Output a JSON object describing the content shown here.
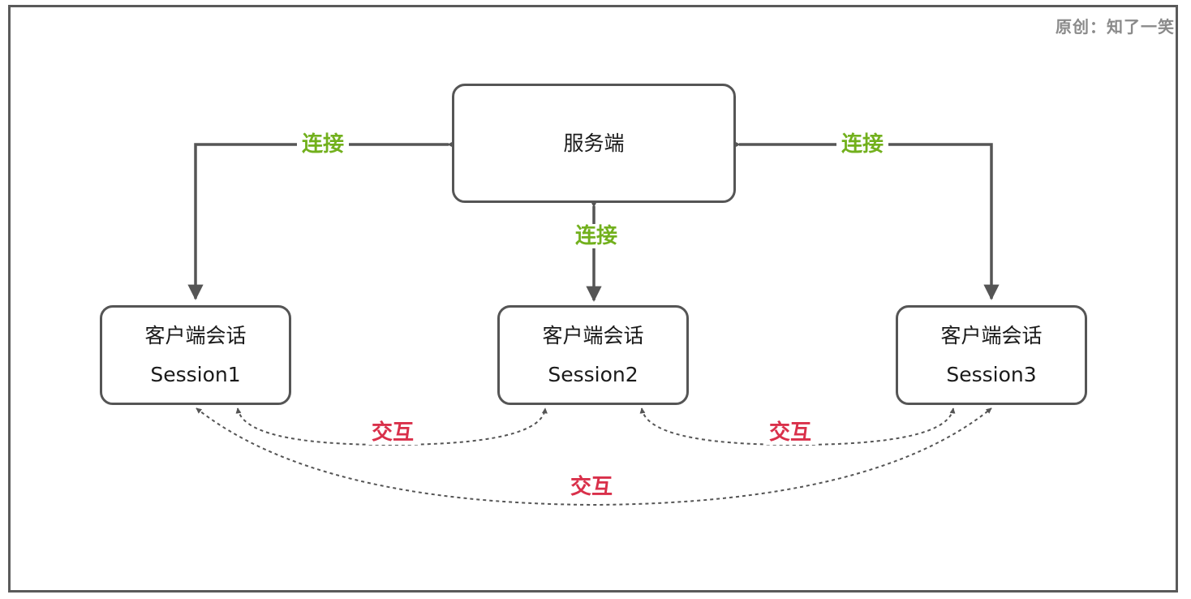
{
  "watermark": "原创：知了一笑",
  "nodes": {
    "server": {
      "label": "服务端"
    },
    "client1": {
      "title": "客户端会话",
      "session": "Session1"
    },
    "client2": {
      "title": "客户端会话",
      "session": "Session2"
    },
    "client3": {
      "title": "客户端会话",
      "session": "Session3"
    }
  },
  "edges": {
    "connect_left": "连接",
    "connect_middle": "连接",
    "connect_right": "连接",
    "interact_1_2": "交互",
    "interact_2_3": "交互",
    "interact_1_3": "交互"
  },
  "colors": {
    "connect_label": "#72b01d",
    "interact_label": "#d9304a",
    "stroke": "#555555"
  }
}
